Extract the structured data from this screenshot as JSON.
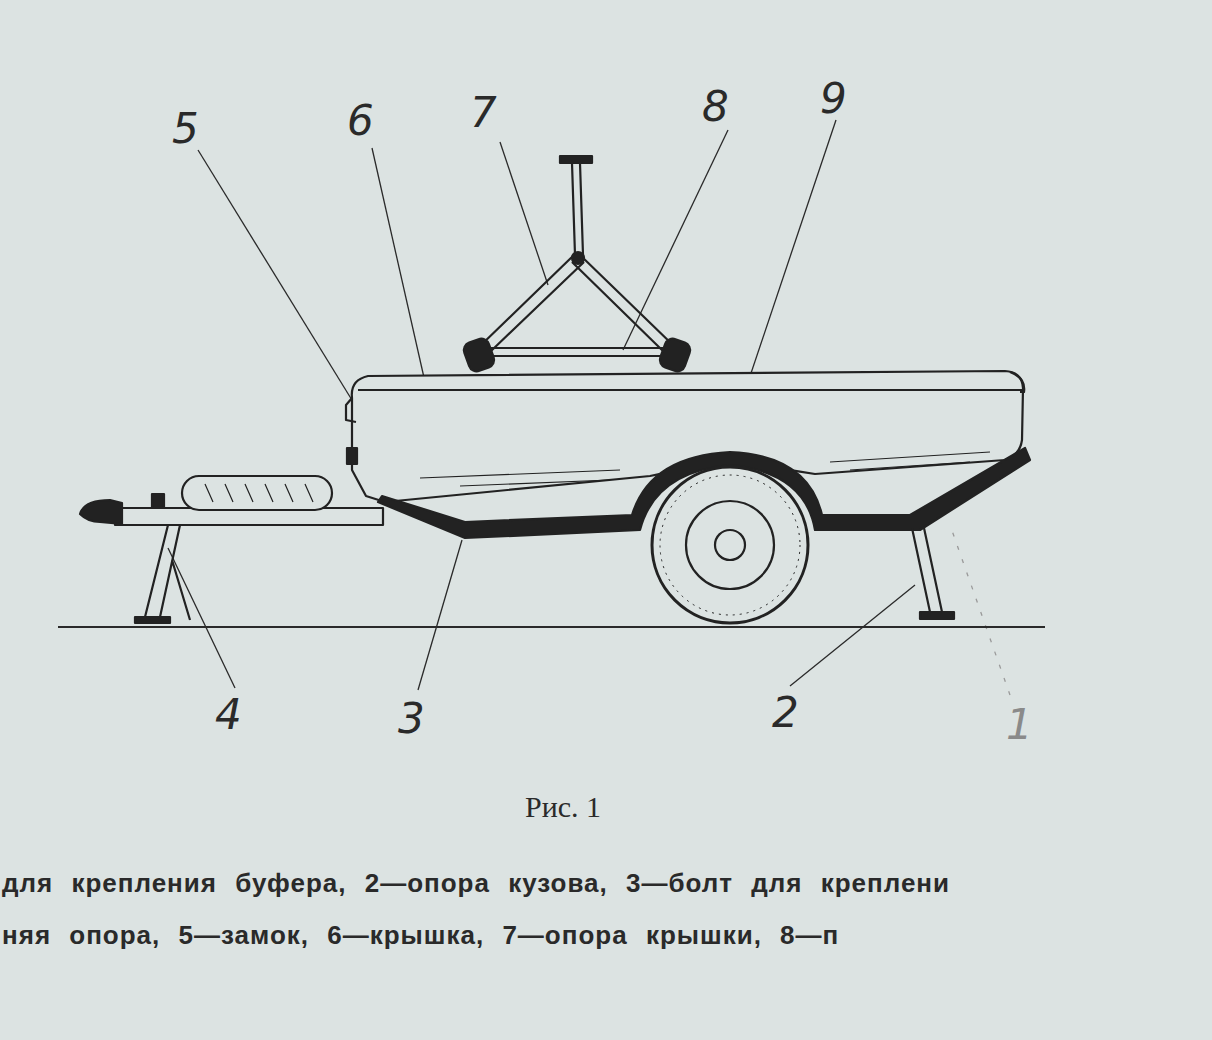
{
  "diagram": {
    "caption": "Рис. 1",
    "labels": [
      "5",
      "6",
      "7",
      "8",
      "9",
      "4",
      "3",
      "2",
      "1",
      "для крепления буфера, 2—опора кузова, 3—болт для креплени",
      "няя опора, 5—замок, 6—крышка, 7—опора крышки, 8—п"
    ]
  }
}
